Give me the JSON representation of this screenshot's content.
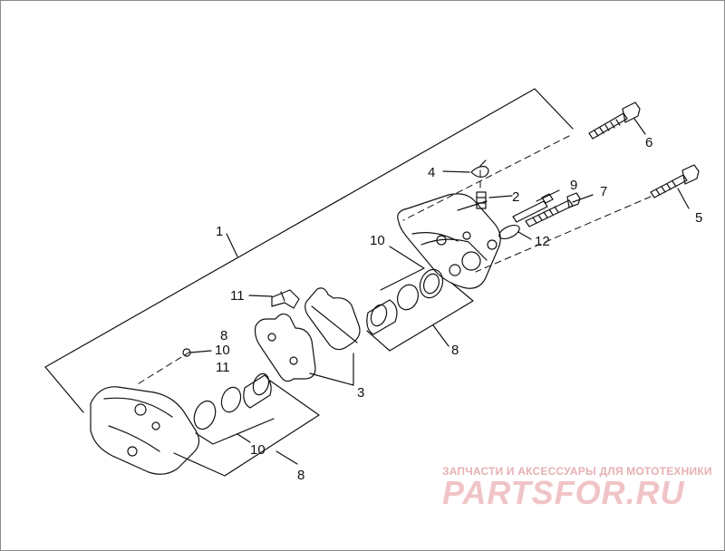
{
  "callouts": {
    "c1": "1",
    "c2": "2",
    "c3": "3",
    "c4": "4",
    "c5": "5",
    "c6": "6",
    "c7": "7",
    "c8a": "8",
    "c8b": "8",
    "c8c": "8",
    "c9": "9",
    "c10a": "10",
    "c10b": "10",
    "c10c": "10",
    "c11a": "11",
    "c11b": "11",
    "c12": "12"
  },
  "watermark": {
    "tagline": "ЗАПЧАСТИ И АКСЕССУАРЫ ДЛЯ МОТОТЕХНИКИ",
    "logo": "PARTSFOR.RU",
    "tagline_color": "#e6b0b4",
    "logo_color": "#f0c4c7"
  }
}
